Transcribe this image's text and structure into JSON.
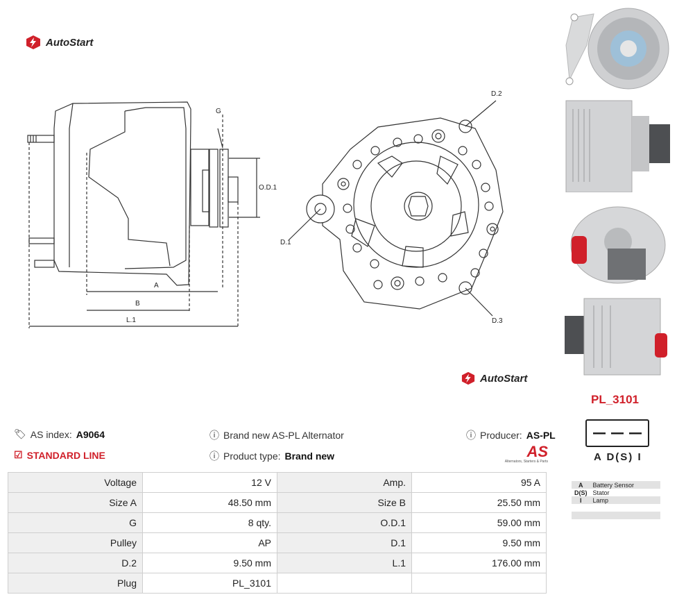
{
  "brand": {
    "name": "AutoStart"
  },
  "diagram": {
    "labels": {
      "g": "G",
      "od1": "O.D.1",
      "a": "A",
      "b": "B",
      "l1": "L.1",
      "d1": "D.1",
      "d2": "D.2",
      "d3": "D.3"
    }
  },
  "product": {
    "code": "PL_3101",
    "as_index_label": "AS index:",
    "as_index_value": "A9064",
    "line_label": "STANDARD LINE",
    "description": "Brand new AS-PL Alternator",
    "type_label": "Product type:",
    "type_value": "Brand new",
    "producer_label": "Producer:",
    "producer_value": "AS-PL",
    "producer_logo_text": "AS",
    "producer_tagline": "Alternators, Starters & Parts"
  },
  "plug": {
    "pins_label": "A D(S) I",
    "legend": [
      {
        "key": "A",
        "value": "Battery Sensor"
      },
      {
        "key": "D(S)",
        "value": "Stator"
      },
      {
        "key": "I",
        "value": "Lamp"
      }
    ]
  },
  "specs": [
    [
      {
        "label": "Voltage",
        "value": "12 V"
      },
      {
        "label": "Amp.",
        "value": "95 A"
      }
    ],
    [
      {
        "label": "Size A",
        "value": "48.50 mm"
      },
      {
        "label": "Size B",
        "value": "25.50 mm"
      }
    ],
    [
      {
        "label": "G",
        "value": "8 qty."
      },
      {
        "label": "O.D.1",
        "value": "59.00 mm"
      }
    ],
    [
      {
        "label": "Pulley",
        "value": "AP"
      },
      {
        "label": "D.1",
        "value": "9.50 mm"
      }
    ],
    [
      {
        "label": "D.2",
        "value": "9.50 mm"
      },
      {
        "label": "L.1",
        "value": "176.00 mm"
      }
    ],
    [
      {
        "label": "Plug",
        "value": "PL_3101"
      },
      {
        "label": "",
        "value": ""
      }
    ]
  ],
  "colors": {
    "accent": "#d0202a",
    "line": "#333333",
    "label_bg": "#efefef"
  }
}
